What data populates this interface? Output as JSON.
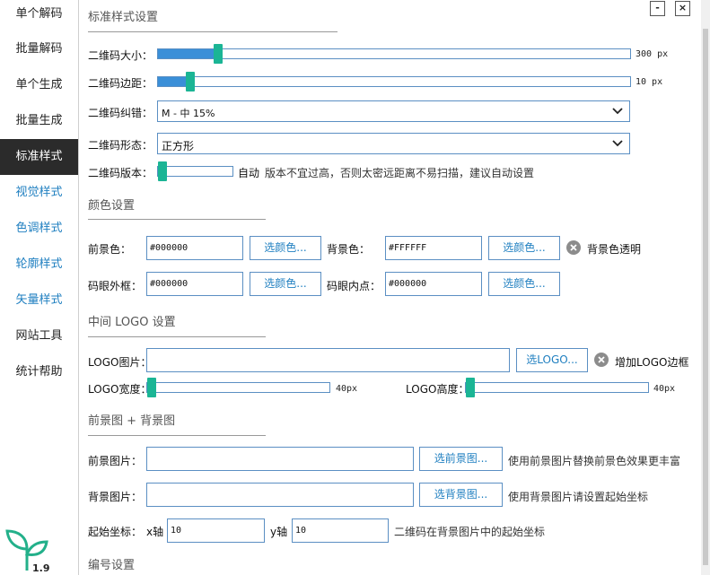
{
  "sidebar": {
    "items": [
      {
        "label": "单个解码"
      },
      {
        "label": "批量解码"
      },
      {
        "label": "单个生成"
      },
      {
        "label": "批量生成"
      },
      {
        "label": "标准样式"
      },
      {
        "label": "视觉样式"
      },
      {
        "label": "色调样式"
      },
      {
        "label": "轮廓样式"
      },
      {
        "label": "矢量样式"
      },
      {
        "label": "网站工具"
      },
      {
        "label": "统计帮助"
      }
    ],
    "active_index": 4,
    "version": "1.9"
  },
  "window": {
    "minimize_label": "-",
    "close_label": "×"
  },
  "standard": {
    "title": "标准样式设置",
    "size_label": "二维码大小：",
    "size_value": "300 px",
    "size_fraction": 0.12,
    "margin_label": "二维码边距：",
    "margin_value": "10 px",
    "margin_fraction": 0.06,
    "ec_label": "二维码纠错：",
    "ec_value": "M  - 中 15%",
    "shape_label": "二维码形态：",
    "shape_value": "正方形",
    "version_label": "二维码版本：",
    "version_fraction": 0.0,
    "version_value": "自动",
    "version_hint": "版本不宜过高，否则太密远距离不易扫描，建议自动设置"
  },
  "color": {
    "title": "颜色设置",
    "fg_label": "前景色：",
    "fg_value": "#000000",
    "fg_button": "选颜色...",
    "bg_label": "背景色：",
    "bg_value": "#FFFFFF",
    "bg_button": "选颜色...",
    "bg_transparent_label": "背景色透明",
    "eye_outer_label": "码眼外框：",
    "eye_outer_value": "#000000",
    "eye_outer_button": "选颜色...",
    "eye_inner_label": "码眼内点：",
    "eye_inner_value": "#000000",
    "eye_inner_button": "选颜色..."
  },
  "logo": {
    "title": "中间 LOGO 设置",
    "image_label": "LOGO图片：",
    "image_value": "",
    "image_button": "选LOGO...",
    "border_label": "增加LOGO边框",
    "width_label": "LOGO宽度：",
    "width_value": "40px",
    "width_fraction": 0.0,
    "height_label": "LOGO高度：",
    "height_value": "40px",
    "height_fraction": 0.0
  },
  "images": {
    "title": "前景图 +  背景图",
    "fg_image_label": "前景图片：",
    "fg_image_value": "",
    "fg_image_button": "选前景图...",
    "fg_image_hint": "使用前景图片替换前景色效果更丰富",
    "bg_image_label": "背景图片：",
    "bg_image_value": "",
    "bg_image_button": "选背景图...",
    "bg_image_hint": "使用背景图片请设置起始坐标",
    "origin_label": "起始坐标：",
    "x_label": "x轴",
    "x_value": "10",
    "y_label": "y轴",
    "y_value": "10",
    "origin_hint": "二维码在背景图片中的起始坐标"
  },
  "numbering": {
    "title": "编号设置"
  },
  "colors": {
    "accent": "#1f7fc0",
    "slider_fill": "#3a8fd8",
    "thumb": "#1bb595",
    "active_nav": "#2b2b2b",
    "border": "#5b8fc3"
  }
}
